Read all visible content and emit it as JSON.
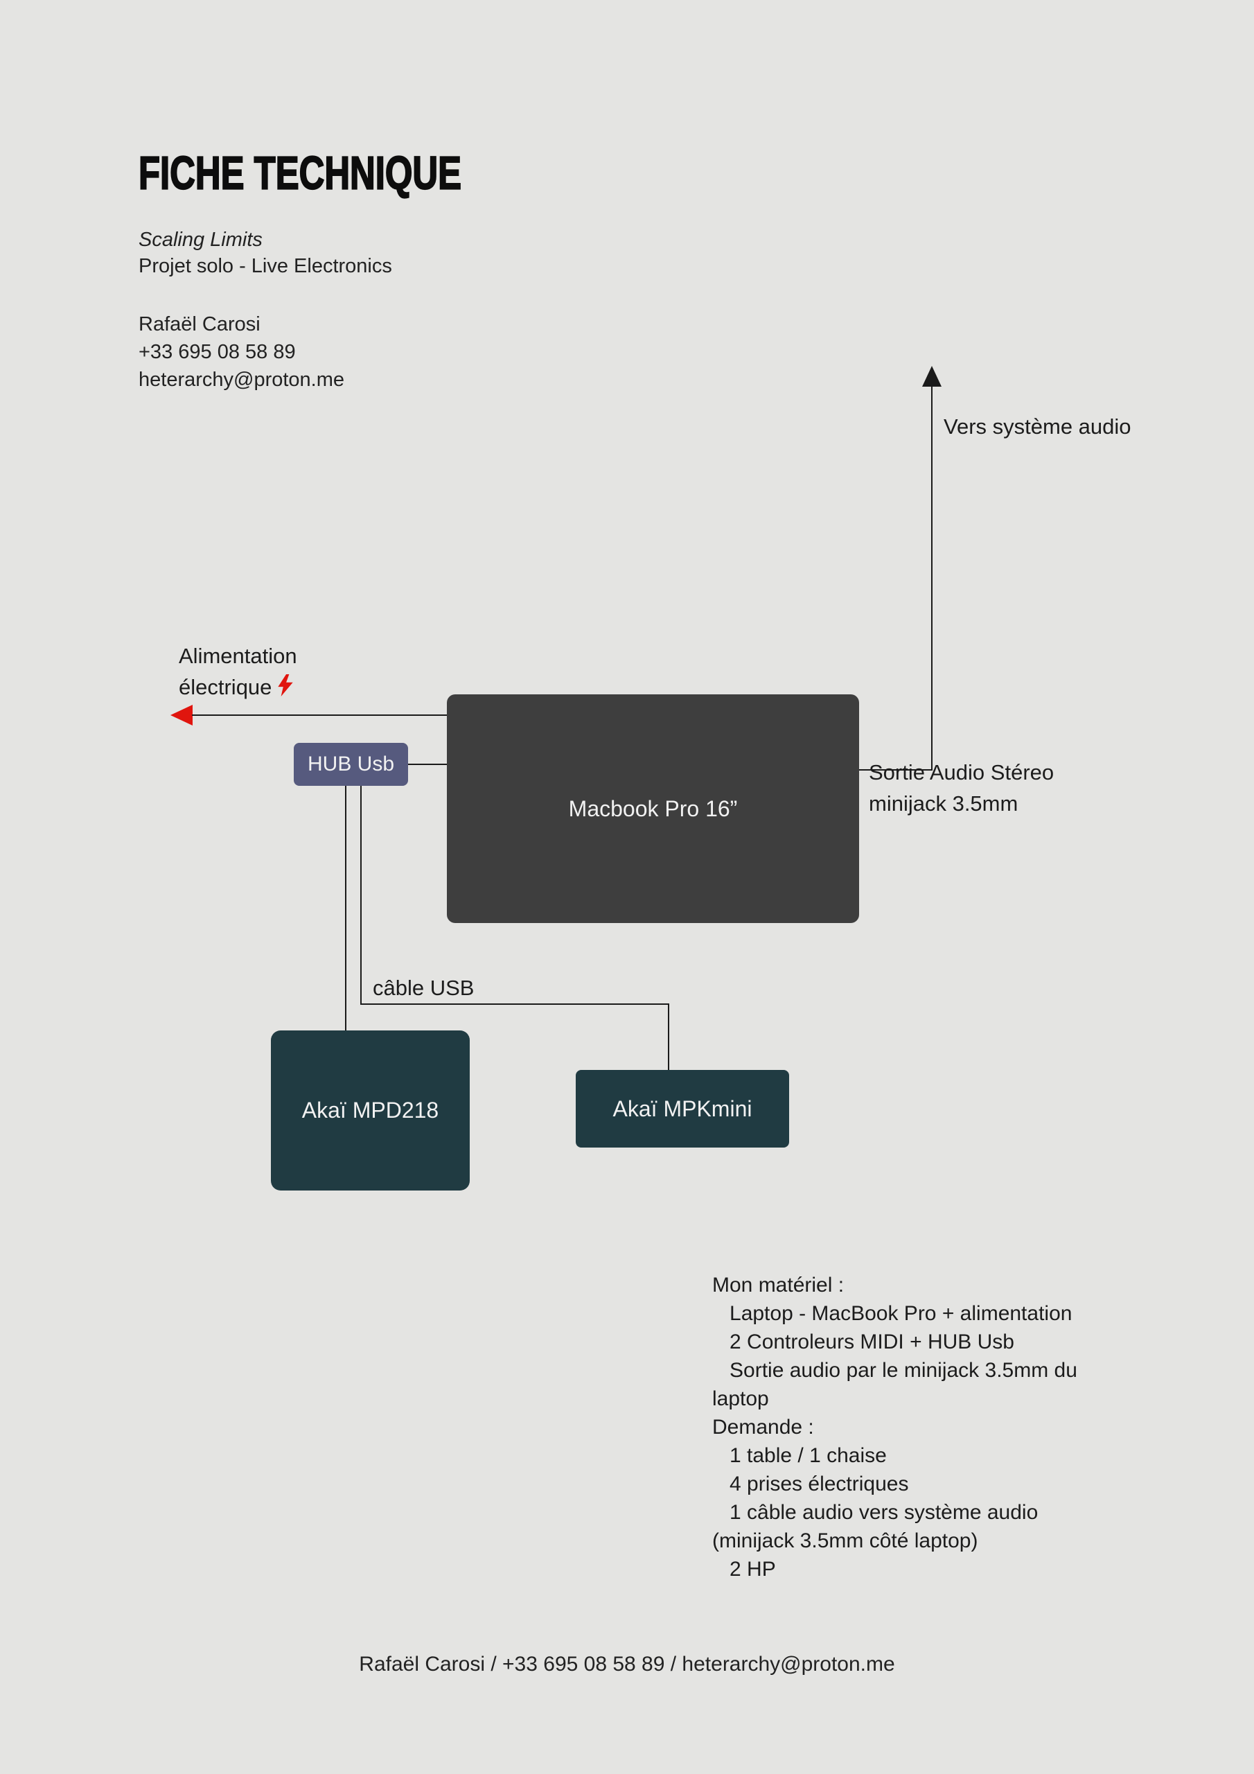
{
  "header": {
    "title": "FICHE TECHNIQUE",
    "subtitle_italic": "Scaling Limits",
    "subtitle": "Projet solo - Live Electronics",
    "contact": {
      "name": "Rafaël Carosi",
      "phone": "+33 695 08 58 89",
      "email": "heterarchy@proton.me"
    }
  },
  "diagram": {
    "nodes": {
      "macbook": {
        "label": "Macbook Pro 16”",
        "color": "#3e3e3e"
      },
      "hub": {
        "label": "HUB Usb",
        "color": "#565a7e"
      },
      "mpd218": {
        "label": "Akaï MPD218",
        "color": "#203b42"
      },
      "mpkmini": {
        "label": "Akaï MPKmini",
        "color": "#203b42"
      }
    },
    "labels": {
      "audio_system": "Vers système audio",
      "power_line1": "Alimentation",
      "power_line2": "électrique",
      "audio_out_line1": "Sortie Audio Stéreo",
      "audio_out_line2": "minijack 3.5mm",
      "usb_cable": "câble USB"
    },
    "colors": {
      "background": "#e4e4e2",
      "line": "#1a1a1a",
      "accent_red": "#e0150e",
      "node_text": "#f2f2f2"
    }
  },
  "notes": {
    "lines": [
      "Mon matériel :",
      "   Laptop - MacBook Pro + alimentation",
      "   2 Controleurs MIDI + HUB Usb",
      "   Sortie audio par le minijack 3.5mm du",
      "laptop",
      "Demande :",
      "   1 table / 1 chaise",
      "   4 prises électriques",
      "   1 câble audio vers système audio",
      "(minijack 3.5mm côté laptop)",
      "   2 HP"
    ]
  },
  "footer": {
    "text": "Rafaël Carosi / +33 695 08 58 89 / heterarchy@proton.me"
  }
}
